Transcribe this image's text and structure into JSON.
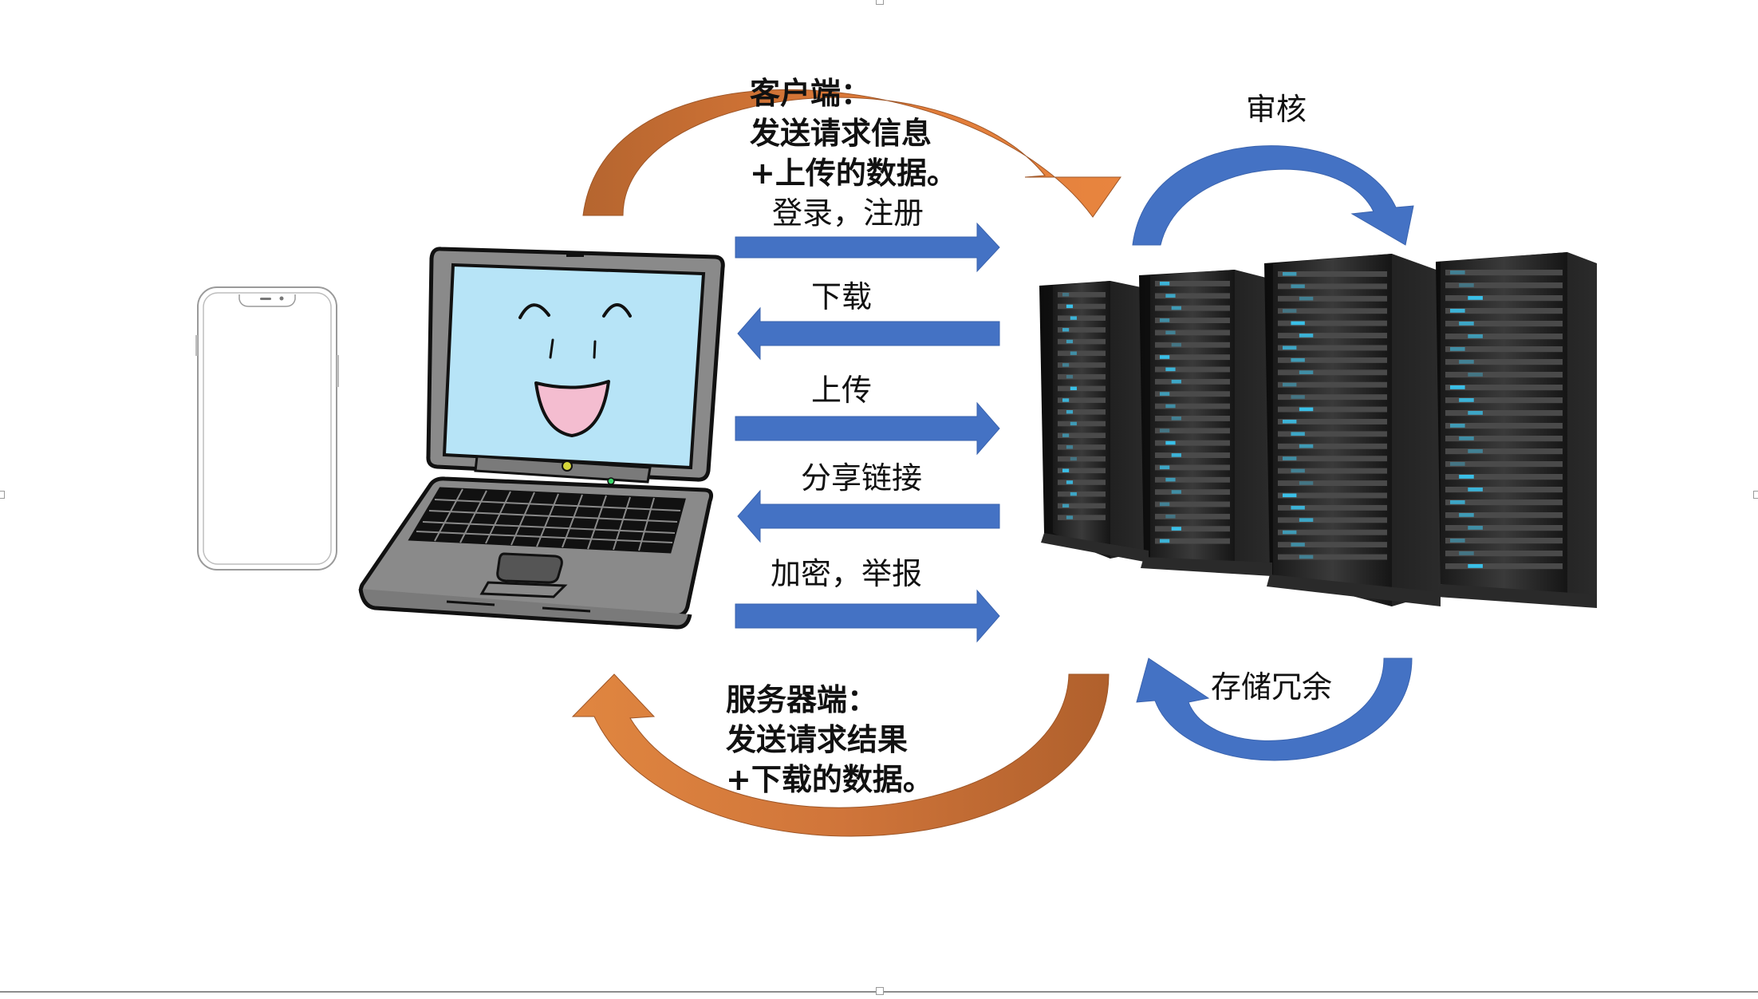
{
  "client_note": {
    "line1": "客户端：",
    "line2": "发送请求信息",
    "line3": "+上传的数据。"
  },
  "server_note": {
    "line1": "服务器端：",
    "line2": "发送请求结果",
    "line3": "+下载的数据。"
  },
  "actions": {
    "login_register": "登录，注册",
    "download": "下载",
    "upload": "上传",
    "share_link": "分享链接",
    "encrypt_report": "加密，举报"
  },
  "server_ops": {
    "review": "审核",
    "redundant_storage": "存储冗余"
  },
  "colors": {
    "blue_arrow": "#4472C4",
    "orange_arrow": "#E07B39",
    "orange_dark": "#B5652F",
    "screen": "#B7E4F7",
    "mouth": "#F4BDD0",
    "laptop_body": "#8A8A8A",
    "server_led": "#39C6F0"
  }
}
